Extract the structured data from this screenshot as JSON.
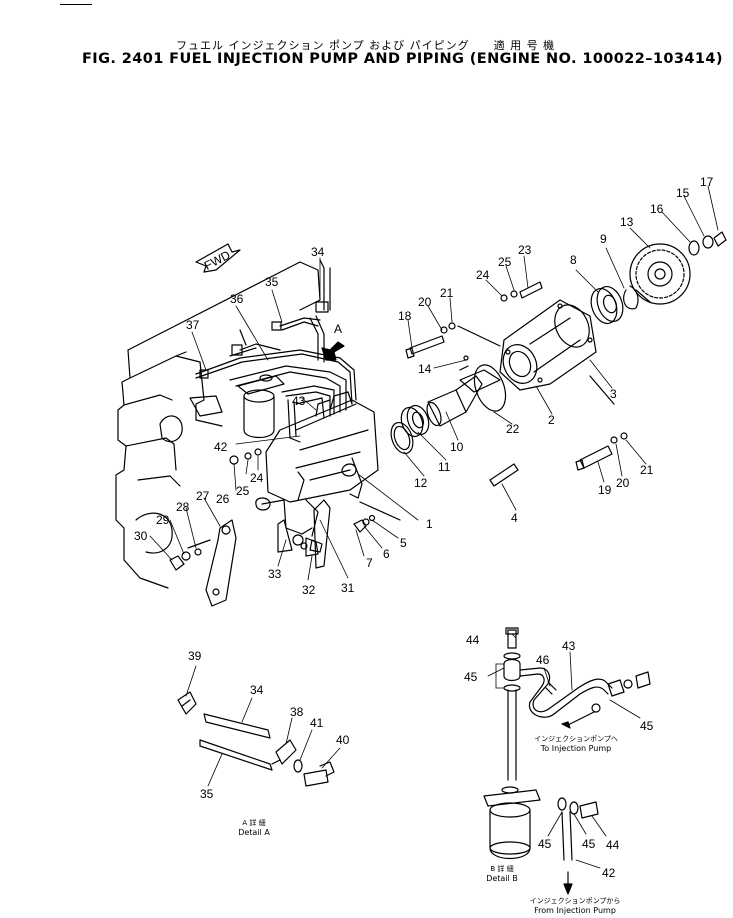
{
  "title": {
    "japanese": "フュエル インジェクション ポンプ および パイピング　　適 用 号 機",
    "english": "FIG. 2401   FUEL  INJECTION  PUMP  AND  PIPING  (ENGINE  NO. 100022–103414)"
  },
  "arrows": {
    "fwd": "FWD",
    "view_a": "A"
  },
  "callouts": {
    "c1": "1",
    "c2": "2",
    "c3": "3",
    "c4": "4",
    "c5": "5",
    "c6": "6",
    "c7": "7",
    "c8": "8",
    "c9": "9",
    "c10": "10",
    "c11": "11",
    "c12": "12",
    "c13": "13",
    "c14": "14",
    "c15": "15",
    "c16": "16",
    "c17": "17",
    "c18": "18",
    "c19": "19",
    "c20a": "20",
    "c20b": "20",
    "c21a": "21",
    "c21b": "21",
    "c22": "22",
    "c23": "23",
    "c24a": "24",
    "c24b": "24",
    "c25a": "25",
    "c25b": "25",
    "c26": "26",
    "c27": "27",
    "c28": "28",
    "c29": "29",
    "c30": "30",
    "c31": "31",
    "c32": "32",
    "c33": "33",
    "c34": "34",
    "c35": "35",
    "c36": "36",
    "c37": "37",
    "c42a": "42",
    "c43a": "43",
    "d39": "39",
    "d34": "34",
    "d38": "38",
    "d41": "41",
    "d40": "40",
    "d35": "35",
    "b44a": "44",
    "b45a": "45",
    "b46": "46",
    "b43": "43",
    "b45b": "45",
    "b45c": "45",
    "b45d": "45",
    "b44b": "44",
    "b42": "42"
  },
  "captions": {
    "detail_a_jp": "A 詳 細",
    "detail_a": "Detail A",
    "detail_b_jp": "B 詳 細",
    "detail_b": "Detail B",
    "to_pump_jp": "インジェクションポンプへ",
    "to_pump": "To Injection Pump",
    "from_pump_jp": "インジェクションポンプから",
    "from_pump": "From Injection Pump"
  }
}
